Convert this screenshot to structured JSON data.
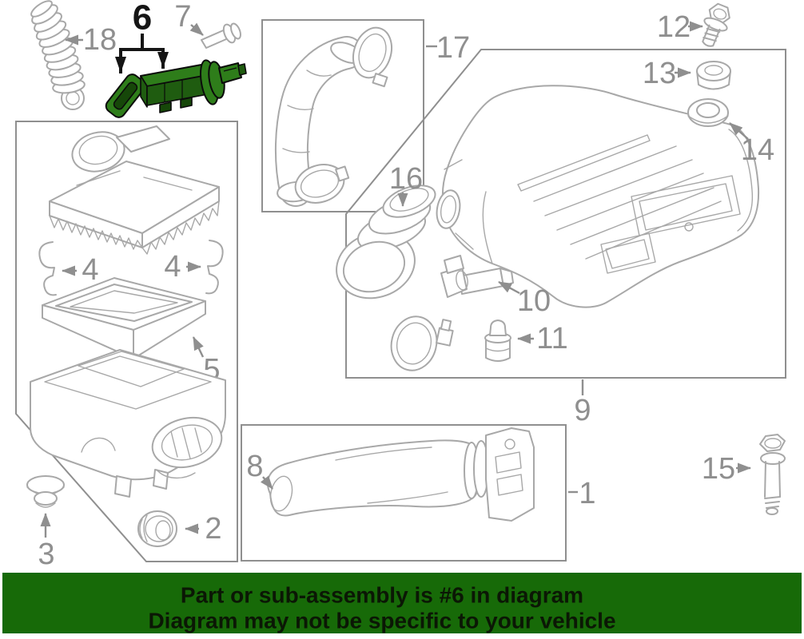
{
  "banner": {
    "line1": "Part or sub-assembly is #6 in diagram",
    "line2": "Diagram may not be specific to your vehicle",
    "background": "#176a08",
    "text_color": "#0b1705"
  },
  "highlight": {
    "highlighted_part": "6",
    "fill": "#2e7d1a",
    "shade": "#1f5c10",
    "dark": "#164709",
    "outline": "#0b0b0b",
    "callout_color": "#151515"
  },
  "diagram": {
    "stroke_color": "#a8a8a8",
    "box_color": "#8f8f8f",
    "label_color": "#8f8f8f",
    "callouts": {
      "c1": "1",
      "c2": "2",
      "c3": "3",
      "c4a": "4",
      "c4b": "4",
      "c5": "5",
      "c6": "6",
      "c7": "7",
      "c8": "8",
      "c9": "9",
      "c10": "10",
      "c11": "11",
      "c12": "12",
      "c13": "13",
      "c14": "14",
      "c15": "15",
      "c16": "16",
      "c17": "17",
      "c18": "18"
    }
  }
}
